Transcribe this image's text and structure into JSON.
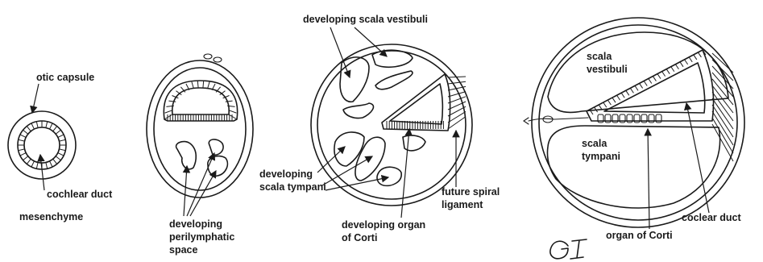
{
  "labels": {
    "otic_capsule": "otic capsule",
    "cochlear_duct": "cochlear duct",
    "mesenchyme": "mesenchyme",
    "developing_perilymphatic_space": [
      "developing",
      "perilymphatic",
      "space"
    ],
    "developing_scala_vestibuli": "developing scala vestibuli",
    "developing_scala_tympani": [
      "developing",
      "scala tympani"
    ],
    "developing_organ_of_corti": [
      "developing organ",
      "of Corti"
    ],
    "future_spiral_ligament": [
      "future spiral",
      "ligament"
    ],
    "scala_vestibuli": [
      "scala",
      "vestibuli"
    ],
    "scala_tympani": [
      "scala",
      "tympani"
    ],
    "coclear_duct": "coclear duct",
    "organ_of_corti": "organ of Corti"
  },
  "signature": "GI"
}
